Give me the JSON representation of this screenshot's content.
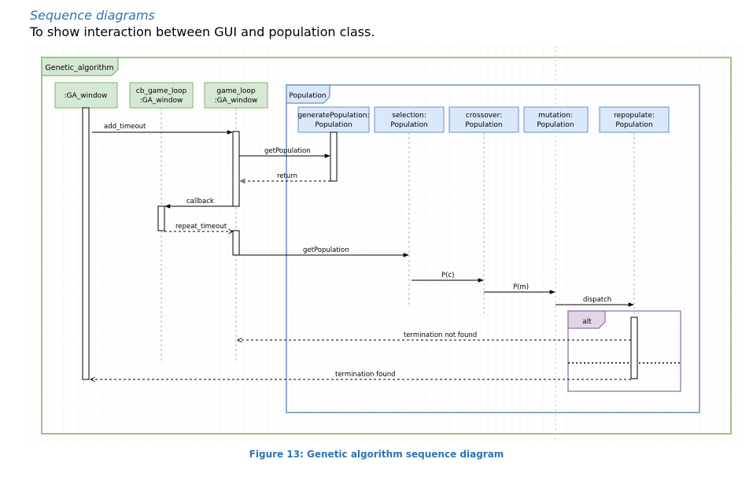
{
  "heading": "Sequence diagrams",
  "subheading": "To show interaction between GUI and population class.",
  "caption": "Figure 13: Genetic algorithm sequence diagram",
  "colors": {
    "outer_frame": "#82b366",
    "participant_fill_green": "#d5e8d4",
    "population_frame": "#6c8ebf",
    "participant_fill_blue": "#dae8fc",
    "alt_frame": "#9673a6",
    "alt_fill": "#e1d5e7"
  },
  "frames": {
    "outer": "Genetic_algorithm",
    "population": "Population",
    "alt": "alt"
  },
  "participants": {
    "ga_window": ":GA_window",
    "cb_game_loop": [
      "cb_game_loop",
      ":GA_window"
    ],
    "game_loop": [
      "game_loop",
      ":GA_window"
    ],
    "generate_population": [
      "generatePopulation:",
      "Population"
    ],
    "selection": [
      "selection:",
      "Population"
    ],
    "crossover": [
      "crossover:",
      "Population"
    ],
    "mutation": [
      "mutation:",
      "Population"
    ],
    "repopulate": [
      "repopulate:",
      "Population"
    ]
  },
  "messages": {
    "add_timeout": "add_timeout",
    "get_population_1": "getPopulation",
    "return": "return",
    "callback": "callback",
    "repeat_timeout": "repeat_timeout",
    "get_population_2": "getPopulation",
    "p_c": "P(c)",
    "p_m": "P(m)",
    "dispatch": "dispatch",
    "termination_not_found": "termination not found",
    "termination_found": "termination found"
  }
}
